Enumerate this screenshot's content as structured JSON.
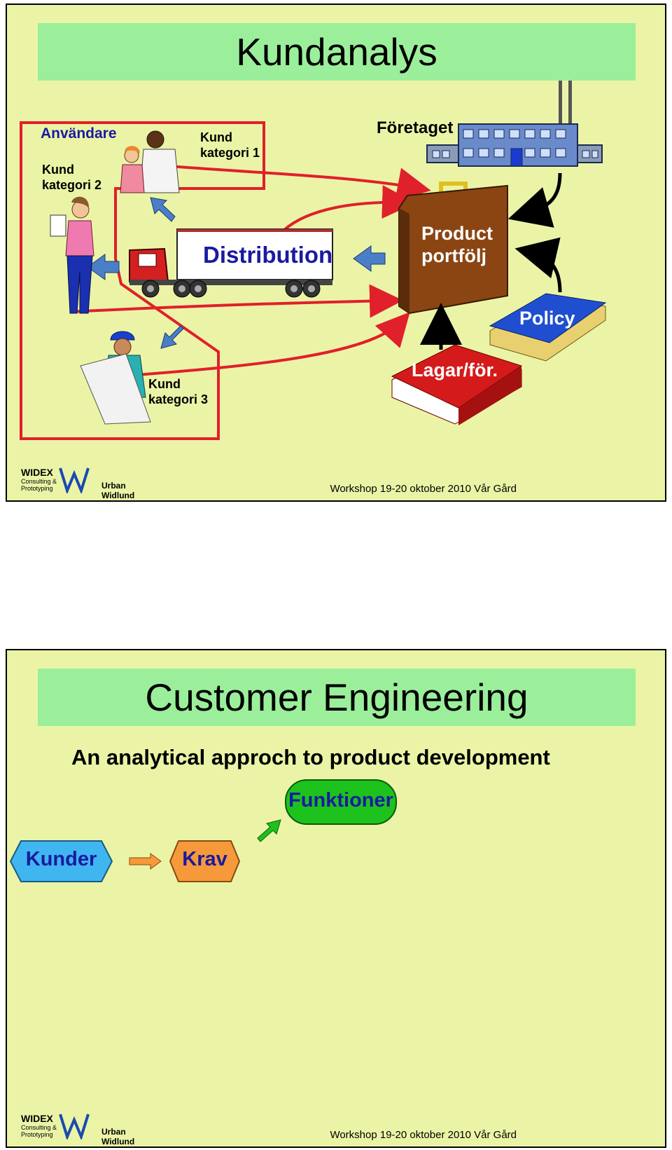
{
  "slide1": {
    "title": "Kundanalys",
    "users_label": "Användare",
    "customer_category_2": "Kund\nkategori 2",
    "customer_category_1": "Kund\nkategori 1",
    "customer_category_3": "Kund\nkategori 3",
    "company_label": "Företaget",
    "distribution_label": "Distribution",
    "product_portfolio_label": "Product\nportfölj",
    "policy_label": "Policy",
    "laws_label": "Lagar/för."
  },
  "slide2": {
    "title": "Customer Engineering",
    "subtitle": "An analytical approch to product development",
    "nodes": {
      "customers": "Kunder",
      "requirements": "Krav",
      "functions": "Funktioner"
    }
  },
  "footer": {
    "brand": "WIDEX",
    "brand_sub": "Consulting &\nPrototyping",
    "author": "Urban Widlund",
    "event": "Workshop 19-20 oktober 2010 Vår Gård"
  },
  "colors": {
    "slide_bg": "#ebf4a6",
    "title_bg": "#9bef9b",
    "red_lines": "#e0202a",
    "blue_text": "#1a1aa0",
    "kunder_fill": "#3fb6f0",
    "krav_fill": "#f5993a",
    "funktioner_fill": "#1dc21d"
  }
}
